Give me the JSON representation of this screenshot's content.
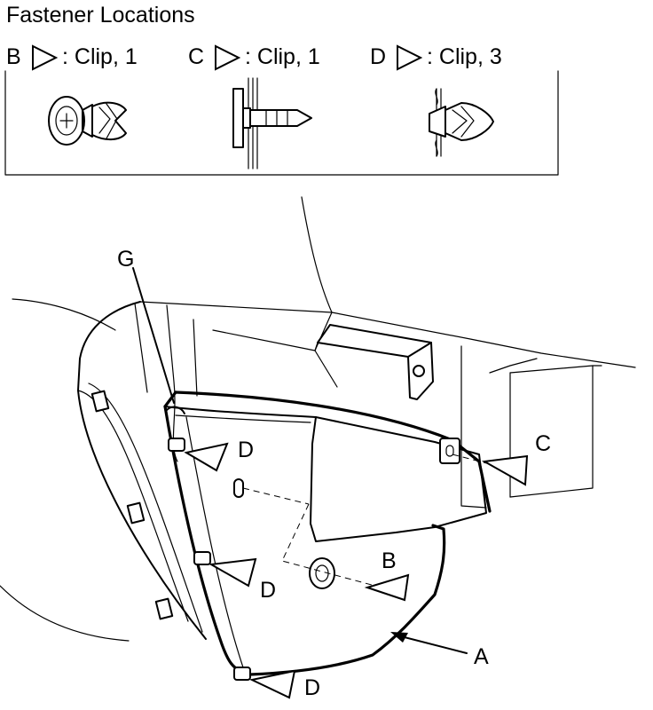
{
  "title": "Fastener Locations",
  "legend": [
    {
      "letter": "B",
      "text": ": Clip, 1",
      "icon": "clip-b-icon"
    },
    {
      "letter": "C",
      "text": ": Clip, 1",
      "icon": "clip-c-icon"
    },
    {
      "letter": "D",
      "text": ": Clip, 3",
      "icon": "clip-d-icon"
    }
  ],
  "callouts": {
    "a": "A",
    "b": "B",
    "c": "C",
    "d1": "D",
    "d2": "D",
    "d3": "D",
    "g": "G"
  }
}
